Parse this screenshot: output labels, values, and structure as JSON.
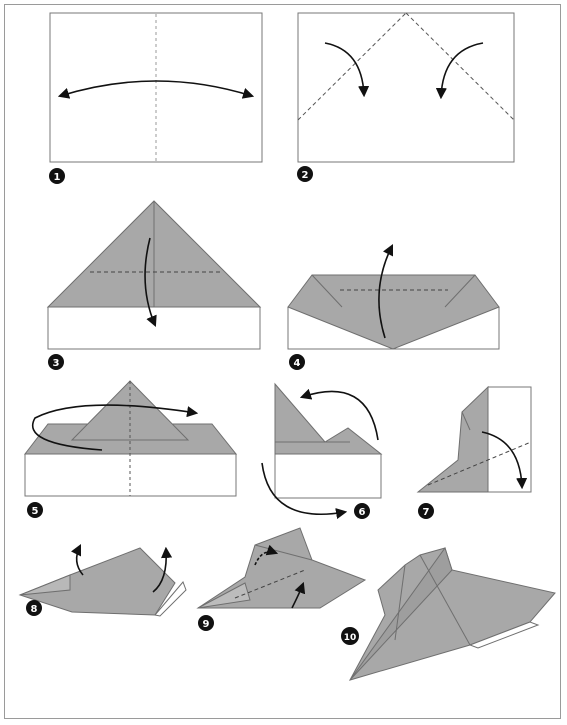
{
  "steps": [
    {
      "number": "1"
    },
    {
      "number": "2"
    },
    {
      "number": "3"
    },
    {
      "number": "4"
    },
    {
      "number": "5"
    },
    {
      "number": "6"
    },
    {
      "number": "7"
    },
    {
      "number": "8"
    },
    {
      "number": "9"
    },
    {
      "number": "10"
    }
  ],
  "colors": {
    "paper_back": "#a8a8a8",
    "paper_front": "#ffffff",
    "outline": "#6f6f6f",
    "arrow": "#111111",
    "badge": "#111111"
  }
}
